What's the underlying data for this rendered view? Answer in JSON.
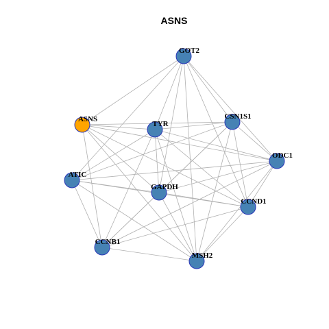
{
  "title": "ASNS",
  "colors": {
    "query_node": "#ffa500",
    "node": "#4682b4",
    "node_border": "#2a36b8",
    "edge": "#b0b0b0"
  },
  "network": {
    "query_node": "ASNS",
    "nodes": [
      "GOT2",
      "ASNS",
      "TYR",
      "CSN1S1",
      "ODC1",
      "ATIC",
      "GAPDH",
      "CCND1",
      "CCNB1",
      "MSH2"
    ],
    "edges": [
      [
        "GOT2",
        "ASNS"
      ],
      [
        "GOT2",
        "TYR"
      ],
      [
        "GOT2",
        "CSN1S1"
      ],
      [
        "GOT2",
        "ODC1"
      ],
      [
        "GOT2",
        "ATIC"
      ],
      [
        "GOT2",
        "GAPDH"
      ],
      [
        "GOT2",
        "CCND1"
      ],
      [
        "GOT2",
        "MSH2"
      ],
      [
        "ASNS",
        "TYR"
      ],
      [
        "ASNS",
        "CSN1S1"
      ],
      [
        "ASNS",
        "ODC1"
      ],
      [
        "ASNS",
        "GAPDH"
      ],
      [
        "ASNS",
        "CCND1"
      ],
      [
        "ASNS",
        "CCNB1"
      ],
      [
        "ASNS",
        "MSH2"
      ],
      [
        "TYR",
        "CSN1S1"
      ],
      [
        "TYR",
        "ODC1"
      ],
      [
        "TYR",
        "ATIC"
      ],
      [
        "TYR",
        "GAPDH"
      ],
      [
        "TYR",
        "CCND1"
      ],
      [
        "TYR",
        "CCNB1"
      ],
      [
        "TYR",
        "MSH2"
      ],
      [
        "CSN1S1",
        "ATIC"
      ],
      [
        "CSN1S1",
        "GAPDH"
      ],
      [
        "CSN1S1",
        "CCND1"
      ],
      [
        "CSN1S1",
        "CCNB1"
      ],
      [
        "CSN1S1",
        "MSH2"
      ],
      [
        "CSN1S1",
        "ODC1"
      ],
      [
        "ODC1",
        "ATIC"
      ],
      [
        "ODC1",
        "GAPDH"
      ],
      [
        "ODC1",
        "CCND1"
      ],
      [
        "ODC1",
        "CCNB1"
      ],
      [
        "ODC1",
        "MSH2"
      ],
      [
        "ATIC",
        "GAPDH"
      ],
      [
        "ATIC",
        "CCND1"
      ],
      [
        "ATIC",
        "CCNB1"
      ],
      [
        "ATIC",
        "MSH2"
      ],
      [
        "GAPDH",
        "CCND1"
      ],
      [
        "GAPDH",
        "CCNB1"
      ],
      [
        "GAPDH",
        "MSH2"
      ],
      [
        "CCND1",
        "CCNB1"
      ],
      [
        "CCND1",
        "MSH2"
      ],
      [
        "CCNB1",
        "MSH2"
      ]
    ]
  }
}
